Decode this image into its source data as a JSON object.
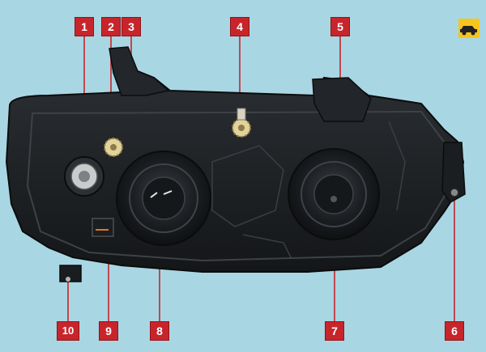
{
  "callouts": [
    {
      "id": "1",
      "label": "1"
    },
    {
      "id": "2",
      "label": "2"
    },
    {
      "id": "3",
      "label": "3"
    },
    {
      "id": "4",
      "label": "4"
    },
    {
      "id": "5",
      "label": "5"
    },
    {
      "id": "6",
      "label": "6"
    },
    {
      "id": "7",
      "label": "7"
    },
    {
      "id": "8",
      "label": "8"
    },
    {
      "id": "9",
      "label": "9"
    },
    {
      "id": "10",
      "label": "10"
    }
  ],
  "icons": {
    "corner": "car-headlight-icon"
  },
  "colors": {
    "background": "#a9d6e3",
    "callout_red": "#c7252b",
    "housing": "#1e2124",
    "icon_yellow": "#f6c51d",
    "gear": "#e3d39a"
  }
}
